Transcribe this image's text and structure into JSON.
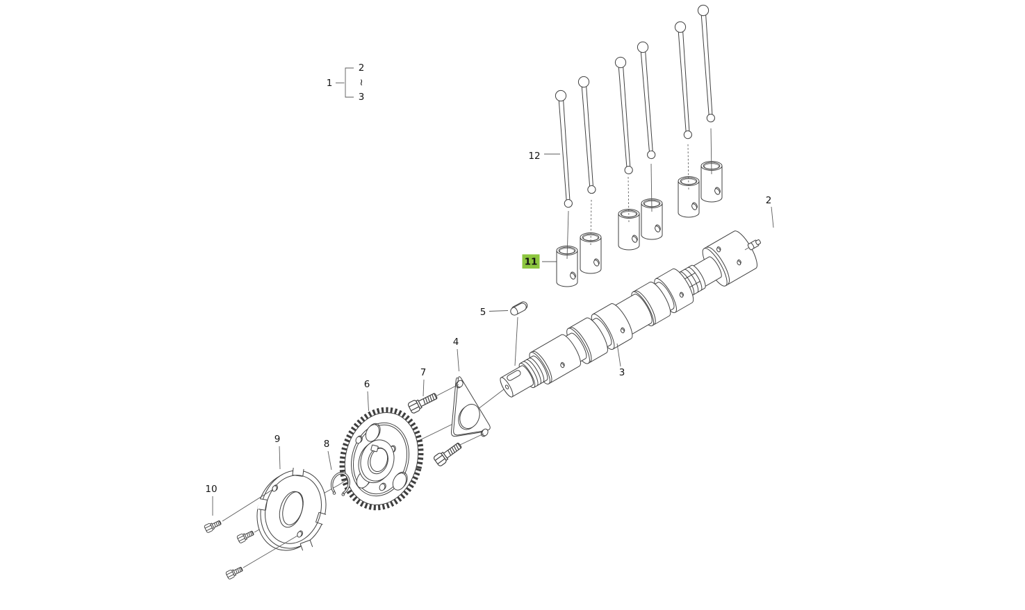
{
  "colors": {
    "background": "#ffffff",
    "line": "#3f3f3f",
    "leader": "#5a5a5a",
    "label": "#141414",
    "highlight": "#8DC63F"
  },
  "legend": {
    "group": "1",
    "first": "2",
    "range": "≀",
    "last": "3"
  },
  "callouts": {
    "c2": "2",
    "c3": "3",
    "c4": "4",
    "c5": "5",
    "c6": "6",
    "c7": "7",
    "c8": "8",
    "c9": "9",
    "c10": "10",
    "c11": "11",
    "c12": "12"
  },
  "highlighted_callout": "11"
}
